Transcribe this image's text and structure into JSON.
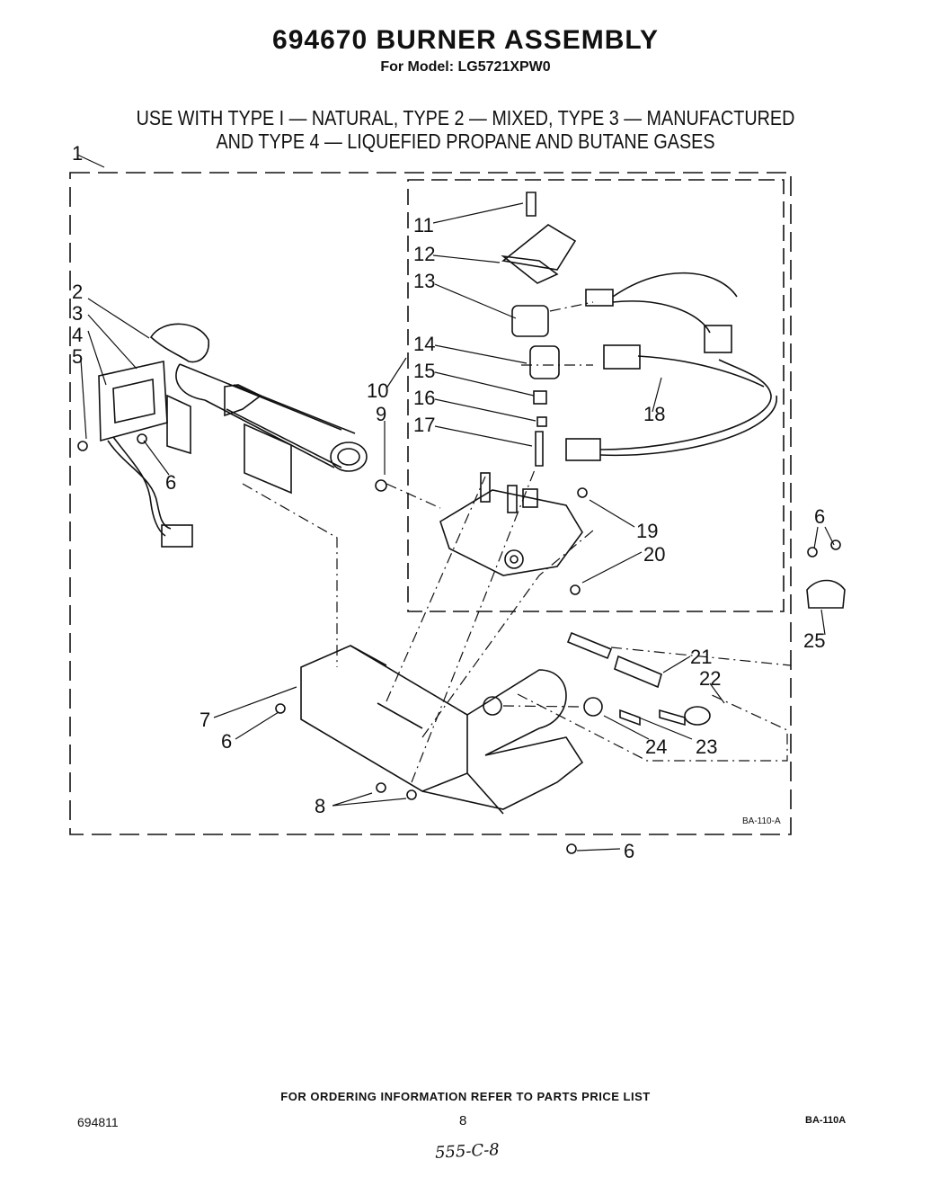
{
  "header": {
    "title": "694670 BURNER ASSEMBLY",
    "model_line": "For Model: LG5721XPW0",
    "gas_use_line1": "USE WITH TYPE I — NATURAL, TYPE 2 — MIXED, TYPE 3 — MANUFACTURED",
    "gas_use_line2": "AND TYPE 4 — LIQUEFIED PROPANE AND BUTANE GASES"
  },
  "callouts": {
    "c1": "1",
    "c2": "2",
    "c3": "3",
    "c4": "4",
    "c5": "5",
    "c6_left": "6",
    "c6_right": "6",
    "c6_bottom": "6",
    "c6_chassis": "6",
    "c7": "7",
    "c8": "8",
    "c9": "9",
    "c10": "10",
    "c11": "11",
    "c12": "12",
    "c13": "13",
    "c14": "14",
    "c15": "15",
    "c16": "16",
    "c17": "17",
    "c18": "18",
    "c19": "19",
    "c20": "20",
    "c21": "21",
    "c22": "22",
    "c23": "23",
    "c24": "24",
    "c25": "25"
  },
  "diagram_code": "BA-110-A",
  "footer": {
    "ordering_info": "FOR ORDERING INFORMATION REFER TO PARTS PRICE LIST",
    "doc_number": "694811",
    "page_number": "8",
    "page_code": "BA-110A",
    "handwritten_note": "555-C-8"
  }
}
